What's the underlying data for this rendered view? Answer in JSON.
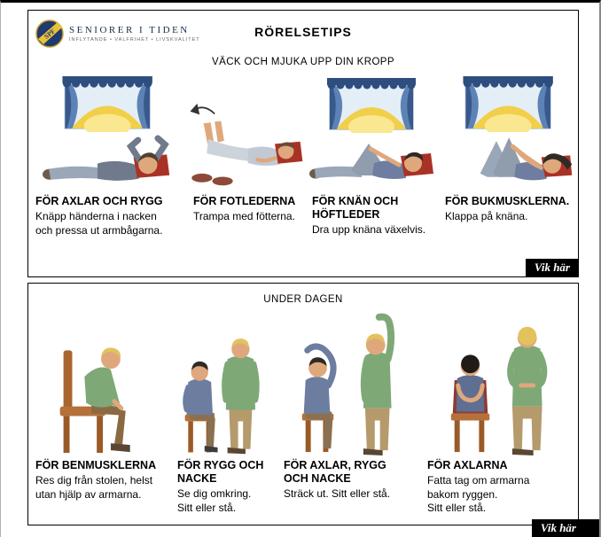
{
  "logo": {
    "name": "SENIORER I TIDEN",
    "tagline": "INFLYTANDE • VALFRIHET • LIVSKVALITET",
    "emblem_text": "SPF",
    "emblem_icon": "spf-emblem-icon"
  },
  "title": "RÖRELSETIPS",
  "colors": {
    "logo_blue": "#1f3a6e",
    "logo_gold": "#e8c23a",
    "fold_tag_bg": "#000000",
    "fold_tag_text": "#ffffff",
    "curtain_blue": "#5d82b5",
    "window_glow": "#f2cf4a",
    "pillow_red": "#a93226",
    "sweater_green": "#7fa877",
    "shirt_blue": "#6d7da0"
  },
  "sections": [
    {
      "heading": "VÄCK OCH MJUKA UPP DIN KROPP",
      "fold_label": "Vik här",
      "exercises": [
        {
          "title": "FÖR AXLAR OCH RYGG",
          "description": "Knäpp händerna i nacken\noch pressa ut armbågarna.",
          "illustration": "person-lying-hands-behind-neck"
        },
        {
          "title": "FÖR FOTLEDERNA",
          "description": "Trampa med fötterna.",
          "illustration": "person-lying-flexing-feet"
        },
        {
          "title": "FÖR KNÄN OCH\nHÖFTLEDER",
          "description": "Dra upp knäna växelvis.",
          "illustration": "person-lying-pulling-knee"
        },
        {
          "title": "FÖR BUKMUSKLERNA.",
          "description": "Klappa på knäna.",
          "illustration": "person-lying-patting-knees"
        }
      ]
    },
    {
      "heading": "UNDER DAGEN",
      "fold_label": "Vik här",
      "exercises": [
        {
          "title": "FÖR BENMUSKLERNA",
          "description": "Res dig från stolen, helst\nutan hjälp av armarna.",
          "illustration": "person-rising-from-chair"
        },
        {
          "title": "FÖR RYGG OCH\nNACKE",
          "description": "Se dig omkring.\nSitt eller stå.",
          "illustration": "two-people-looking-around"
        },
        {
          "title": "FÖR AXLAR, RYGG\nOCH NACKE",
          "description": "Sträck ut. Sitt eller stå.",
          "illustration": "two-people-stretching-up"
        },
        {
          "title": "FÖR AXLARNA",
          "description": "Fatta tag om armarna\nbakom ryggen.\nSitt eller stå.",
          "illustration": "two-people-arms-behind-back"
        }
      ]
    }
  ]
}
